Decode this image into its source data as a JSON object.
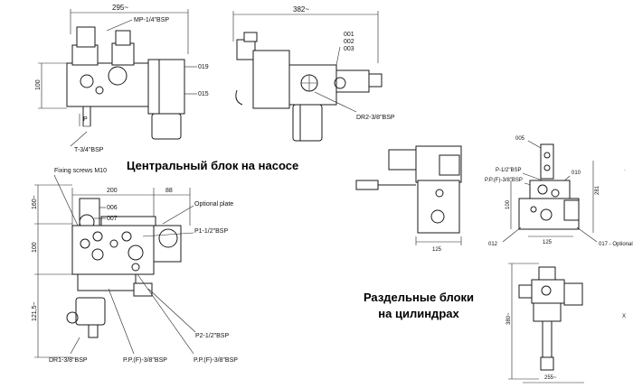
{
  "captions": {
    "central": "Центральный блок на насосе",
    "separate_line1": "Раздельные блоки",
    "separate_line2": "на цилиндрах"
  },
  "top_left": {
    "dim_width": "295~",
    "dim_height": "100",
    "label_mp": "MP-1/4\"BSP",
    "label_019": "019",
    "label_015": "015",
    "label_p": "P",
    "label_t": "T-3/4\"BSP"
  },
  "top_right": {
    "dim_width": "382~",
    "label_001": "001",
    "label_002": "002",
    "label_003": "003",
    "label_dr2": "DR2-3/8\"BSP"
  },
  "bottom_left": {
    "fixing": "Fixing screws M10",
    "dim_200": "200",
    "dim_88": "88",
    "dim_160": "160~",
    "dim_100": "100",
    "dim_1215": "121,5~",
    "label_006": "006",
    "label_007": "007",
    "optional_plate": "Optional plate",
    "label_p1": "P1-1/2\"BSP",
    "label_p2": "P2-1/2\"BSP",
    "label_dr1": "DR1-3/8\"BSP",
    "label_ppf1": "P.P.(F)-3/8\"BSP",
    "label_ppf2": "P.P.(F)-3/8\"BSP"
  },
  "right": {
    "dim_125a": "125",
    "dim_125b": "125",
    "dim_100": "100",
    "label_005": "005",
    "label_p12": "P-1/2\"BSP",
    "label_ppf": "P.P.(F)-3/8\"BSP",
    "label_010": "010",
    "label_012": "012",
    "label_017": "017 - Optional",
    "dim_281": "281",
    "dim_380": "380~",
    "dim_255": "255~",
    "label_x": "X"
  }
}
